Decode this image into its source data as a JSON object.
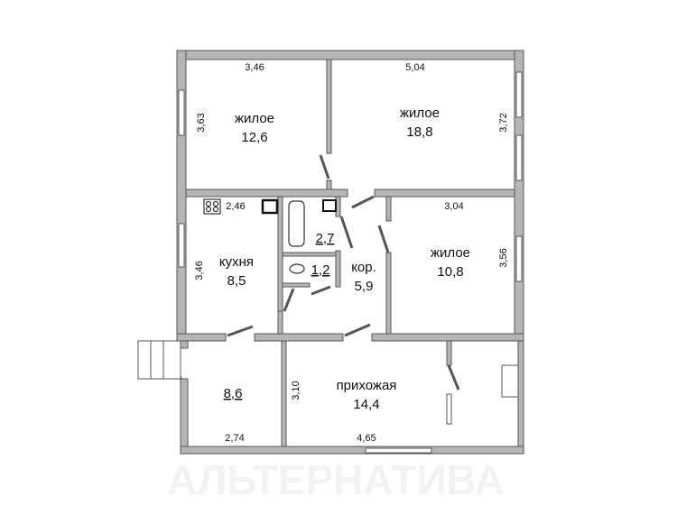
{
  "plan": {
    "watermark": "АЛЬТЕРНАТИВА",
    "rooms": [
      {
        "name": "жилое",
        "area": "12,6",
        "dims": [
          "3,46",
          "3,63"
        ]
      },
      {
        "name": "жилое",
        "area": "18,8",
        "dims": [
          "5,04",
          "3,72"
        ]
      },
      {
        "name": "кухня",
        "area": "8,5",
        "dims": [
          "2,46",
          "3,46"
        ]
      },
      {
        "name": "",
        "area": "2,7"
      },
      {
        "name": "",
        "area": "1,2"
      },
      {
        "name": "кор.",
        "area": "5,9"
      },
      {
        "name": "жилое",
        "area": "10,8",
        "dims": [
          "3,04",
          "3,56"
        ]
      },
      {
        "name": "",
        "area": "8,6",
        "dims": [
          "2,74"
        ]
      },
      {
        "name": "прихожая",
        "area": "14,4",
        "dims": [
          "4,65",
          "3,10"
        ]
      }
    ],
    "colors": {
      "wall": "#b5b5b5",
      "outline": "#555555"
    }
  }
}
